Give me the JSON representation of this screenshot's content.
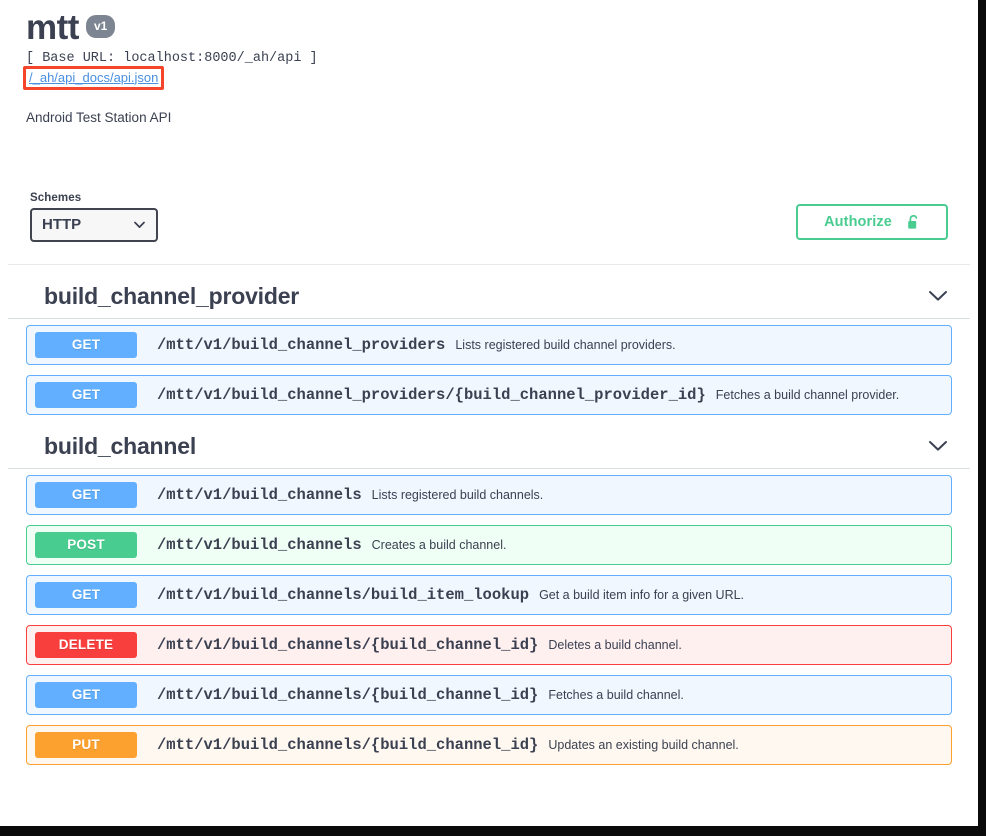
{
  "header": {
    "title": "mtt",
    "version_badge": "v1",
    "base_url_label": "[ Base URL: ",
    "base_url_value": "localhost:8000/_ah/api",
    "base_url_close": " ]",
    "base_url_full": "[ Base URL: localhost:8000/_ah/api ]",
    "spec_link": "/_ah/api_docs/api.json",
    "description": "Android Test Station API",
    "annotation_color": "#f5452b"
  },
  "scheme_bar": {
    "schemes_label": "Schemes",
    "selected_scheme": "HTTP",
    "scheme_options": [
      "HTTP"
    ],
    "authorize_label": "Authorize",
    "authorize_icon": "unlocked-padlock-icon",
    "authorize_color": "#49cc90"
  },
  "method_colors": {
    "get": "#61affe",
    "post": "#49cc90",
    "put": "#fca130",
    "delete": "#f93e3e"
  },
  "tags": [
    {
      "name": "build_channel_provider",
      "expanded": true,
      "toggle_icon": "chevron-down-icon",
      "operations": [
        {
          "method": "GET",
          "method_key": "get",
          "path": "/mtt/v1/build_channel_providers",
          "summary": "Lists registered build channel providers."
        },
        {
          "method": "GET",
          "method_key": "get",
          "path": "/mtt/v1/build_channel_providers/{build_channel_provider_id}",
          "summary": "Fetches a build channel provider."
        }
      ]
    },
    {
      "name": "build_channel",
      "expanded": true,
      "toggle_icon": "chevron-down-icon",
      "operations": [
        {
          "method": "GET",
          "method_key": "get",
          "path": "/mtt/v1/build_channels",
          "summary": "Lists registered build channels."
        },
        {
          "method": "POST",
          "method_key": "post",
          "path": "/mtt/v1/build_channels",
          "summary": "Creates a build channel."
        },
        {
          "method": "GET",
          "method_key": "get",
          "path": "/mtt/v1/build_channels/build_item_lookup",
          "summary": "Get a build item info for a given URL."
        },
        {
          "method": "DELETE",
          "method_key": "delete",
          "path": "/mtt/v1/build_channels/{build_channel_id}",
          "summary": "Deletes a build channel."
        },
        {
          "method": "GET",
          "method_key": "get",
          "path": "/mtt/v1/build_channels/{build_channel_id}",
          "summary": "Fetches a build channel."
        },
        {
          "method": "PUT",
          "method_key": "put",
          "path": "/mtt/v1/build_channels/{build_channel_id}",
          "summary": "Updates an existing build channel."
        }
      ]
    }
  ]
}
